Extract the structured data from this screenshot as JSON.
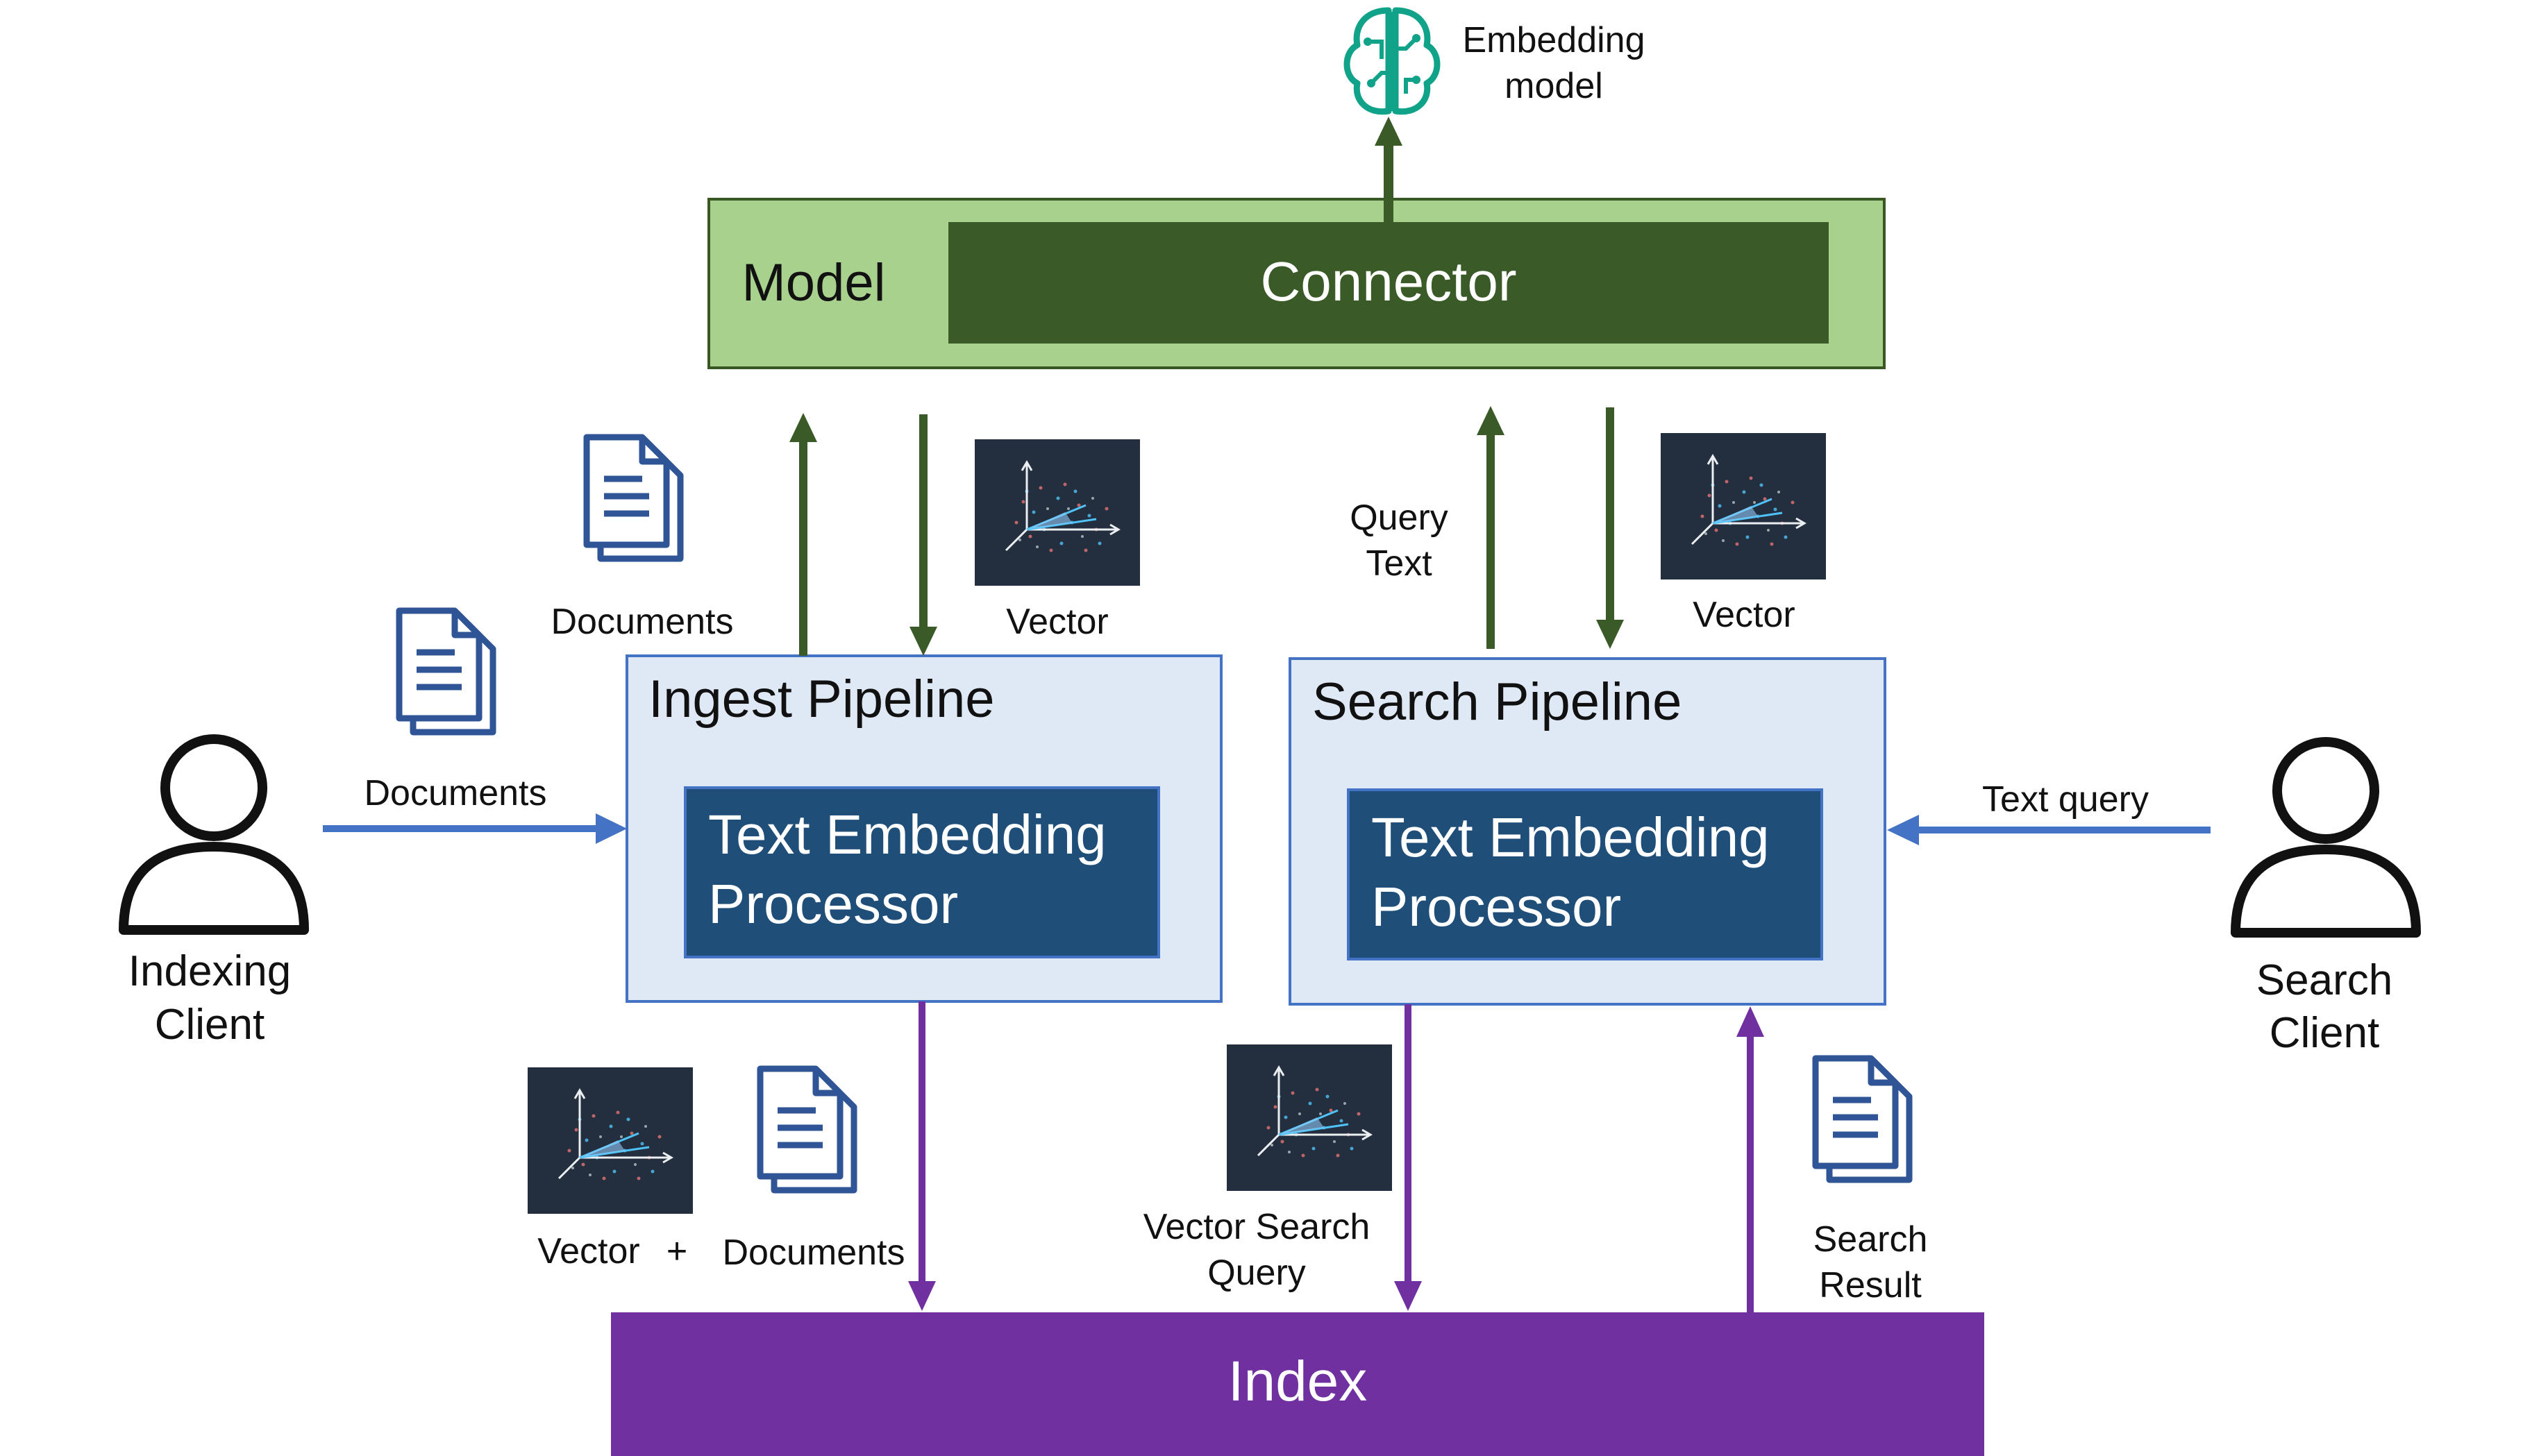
{
  "model": {
    "title": "Model",
    "connector": "Connector"
  },
  "embedding_model": {
    "line1": "Embedding",
    "line2": "model",
    "icon": "brain-circuit-icon"
  },
  "ingest": {
    "title": "Ingest Pipeline",
    "processor_line1": "Text Embedding",
    "processor_line2": "Processor"
  },
  "search": {
    "title": "Search Pipeline",
    "processor_line1": "Text Embedding",
    "processor_line2": "Processor"
  },
  "index": {
    "label": "Index"
  },
  "indexing_client": {
    "line1": "Indexing",
    "line2": "Client"
  },
  "search_client": {
    "line1": "Search",
    "line2": "Client"
  },
  "labels": {
    "documents_top": "Documents",
    "documents_left": "Documents",
    "vector_ingest": "Vector",
    "query_text_1": "Query",
    "query_text_2": "Text",
    "vector_search": "Vector",
    "text_query": "Text query",
    "vector_bottom": "Vector",
    "plus": "+",
    "documents_bottom": "Documents",
    "vector_search_query_1": "Vector Search",
    "vector_search_query_2": "Query",
    "search_result_1": "Search",
    "search_result_2": "Result"
  },
  "colors": {
    "model_fill": "#a9d18e",
    "model_border": "#385723",
    "connector_fill": "#3a5a27",
    "pipeline_fill": "#dfe9f6",
    "pipeline_border": "#4472c4",
    "processor_fill": "#1f4e79",
    "index_fill": "#7030a0",
    "green_arrow": "#3a5a27",
    "blue_arrow": "#4472c4",
    "purple_arrow": "#7030a0",
    "doc_icon": "#2f5597",
    "brain_icon": "#11a38a"
  }
}
